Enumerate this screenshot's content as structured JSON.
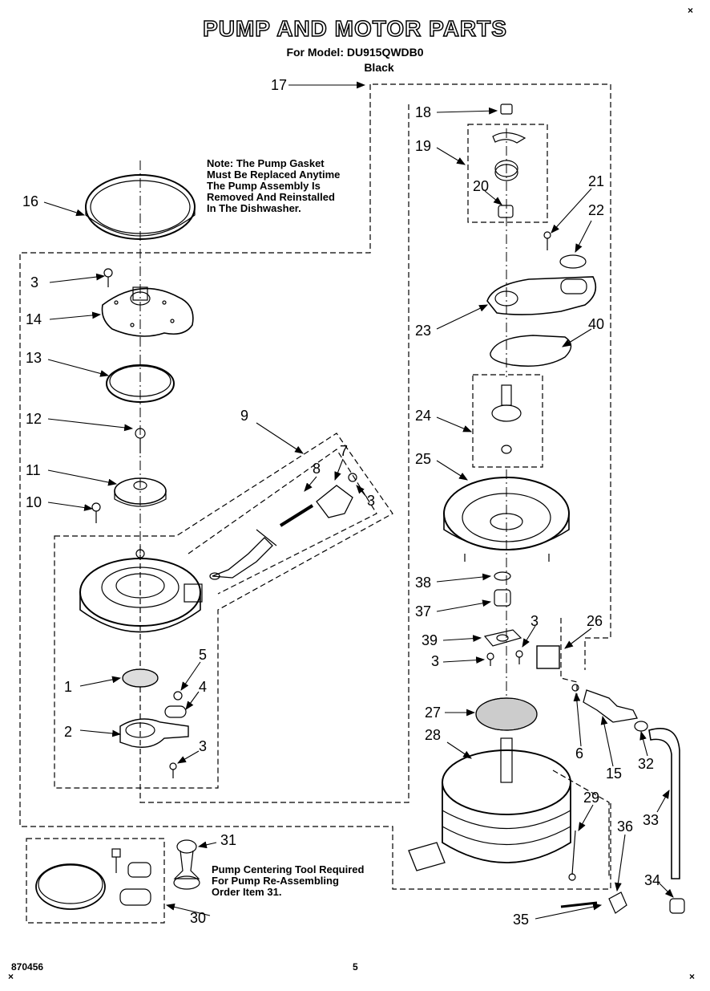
{
  "header": {
    "title": "PUMP AND MOTOR PARTS",
    "model_line": "For Model: DU915QWDB0",
    "color_line": "Black"
  },
  "notes": {
    "gasket_note": "Note: The Pump Gasket\nMust Be Replaced Anytime\nThe Pump Assembly Is\nRemoved And Reinstalled\nIn The Dishwasher.",
    "tool_note": "Pump Centering Tool Required\nFor Pump Re-Assembling\nOrder Item 31."
  },
  "callouts": {
    "c1": "1",
    "c2": "2",
    "c3a": "3",
    "c3b": "3",
    "c3c": "3",
    "c3d": "3",
    "c3e": "3",
    "c4": "4",
    "c5": "5",
    "c6": "6",
    "c7": "7",
    "c8": "8",
    "c9": "9",
    "c10": "10",
    "c11": "11",
    "c12": "12",
    "c13": "13",
    "c14": "14",
    "c15": "15",
    "c16": "16",
    "c17": "17",
    "c18": "18",
    "c19": "19",
    "c20": "20",
    "c21": "21",
    "c22": "22",
    "c23": "23",
    "c24": "24",
    "c25": "25",
    "c26": "26",
    "c27": "27",
    "c28": "28",
    "c29": "29",
    "c30": "30",
    "c31": "31",
    "c32": "32",
    "c33": "33",
    "c34": "34",
    "c35": "35",
    "c36": "36",
    "c37": "37",
    "c38": "38",
    "c39": "39",
    "c40": "40"
  },
  "footer": {
    "doc_number": "870456",
    "page_number": "5"
  }
}
